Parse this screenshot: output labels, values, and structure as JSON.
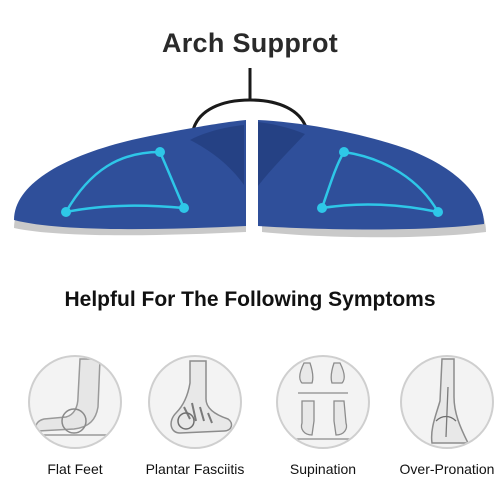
{
  "header": {
    "title": "Arch Supprot"
  },
  "section": {
    "subtitle": "Helpful For The Following Symptoms"
  },
  "symptoms": [
    {
      "label": "Flat Feet",
      "icon": "flat-feet-icon"
    },
    {
      "label": "Plantar Fasciitis",
      "icon": "plantar-fasciitis-icon"
    },
    {
      "label": "Supination",
      "icon": "supination-icon"
    },
    {
      "label": "Over-Pronation",
      "icon": "over-pronation-icon"
    }
  ],
  "colors": {
    "insole": "#2f4f9a",
    "insole_dark": "#1e3672",
    "edge": "#c9c9c9",
    "highlight": "#2ec7e8",
    "title": "#2a2a2a"
  }
}
